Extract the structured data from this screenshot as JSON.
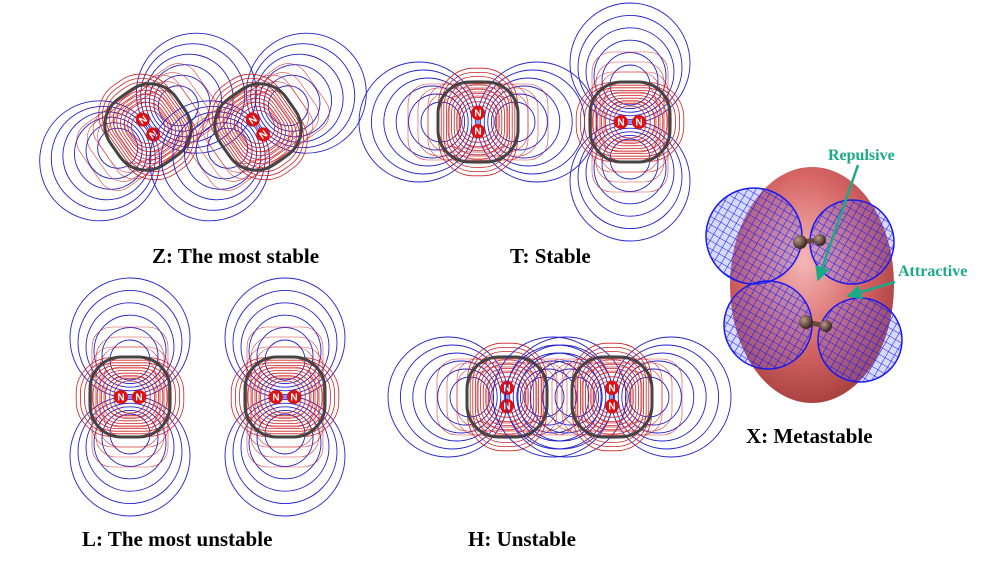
{
  "colors": {
    "positive_contour": "#cc2222",
    "negative_contour": "#2222cc",
    "zero_contour": "#444444",
    "nucleus": "#dd1111",
    "annotation": "#1aaa88",
    "metastable_shell": "#d45a5a",
    "wire_lobe": "#1a1aee"
  },
  "atom_label": "N",
  "panels": {
    "z": {
      "caption": "Z: The most stable"
    },
    "t": {
      "caption": "T: Stable"
    },
    "l": {
      "caption": "L: The most unstable"
    },
    "h": {
      "caption": "H: Unstable"
    },
    "x": {
      "caption": "X: Metastable",
      "label_repulsive": "Repulsive",
      "label_attractive": "Attractive"
    }
  }
}
